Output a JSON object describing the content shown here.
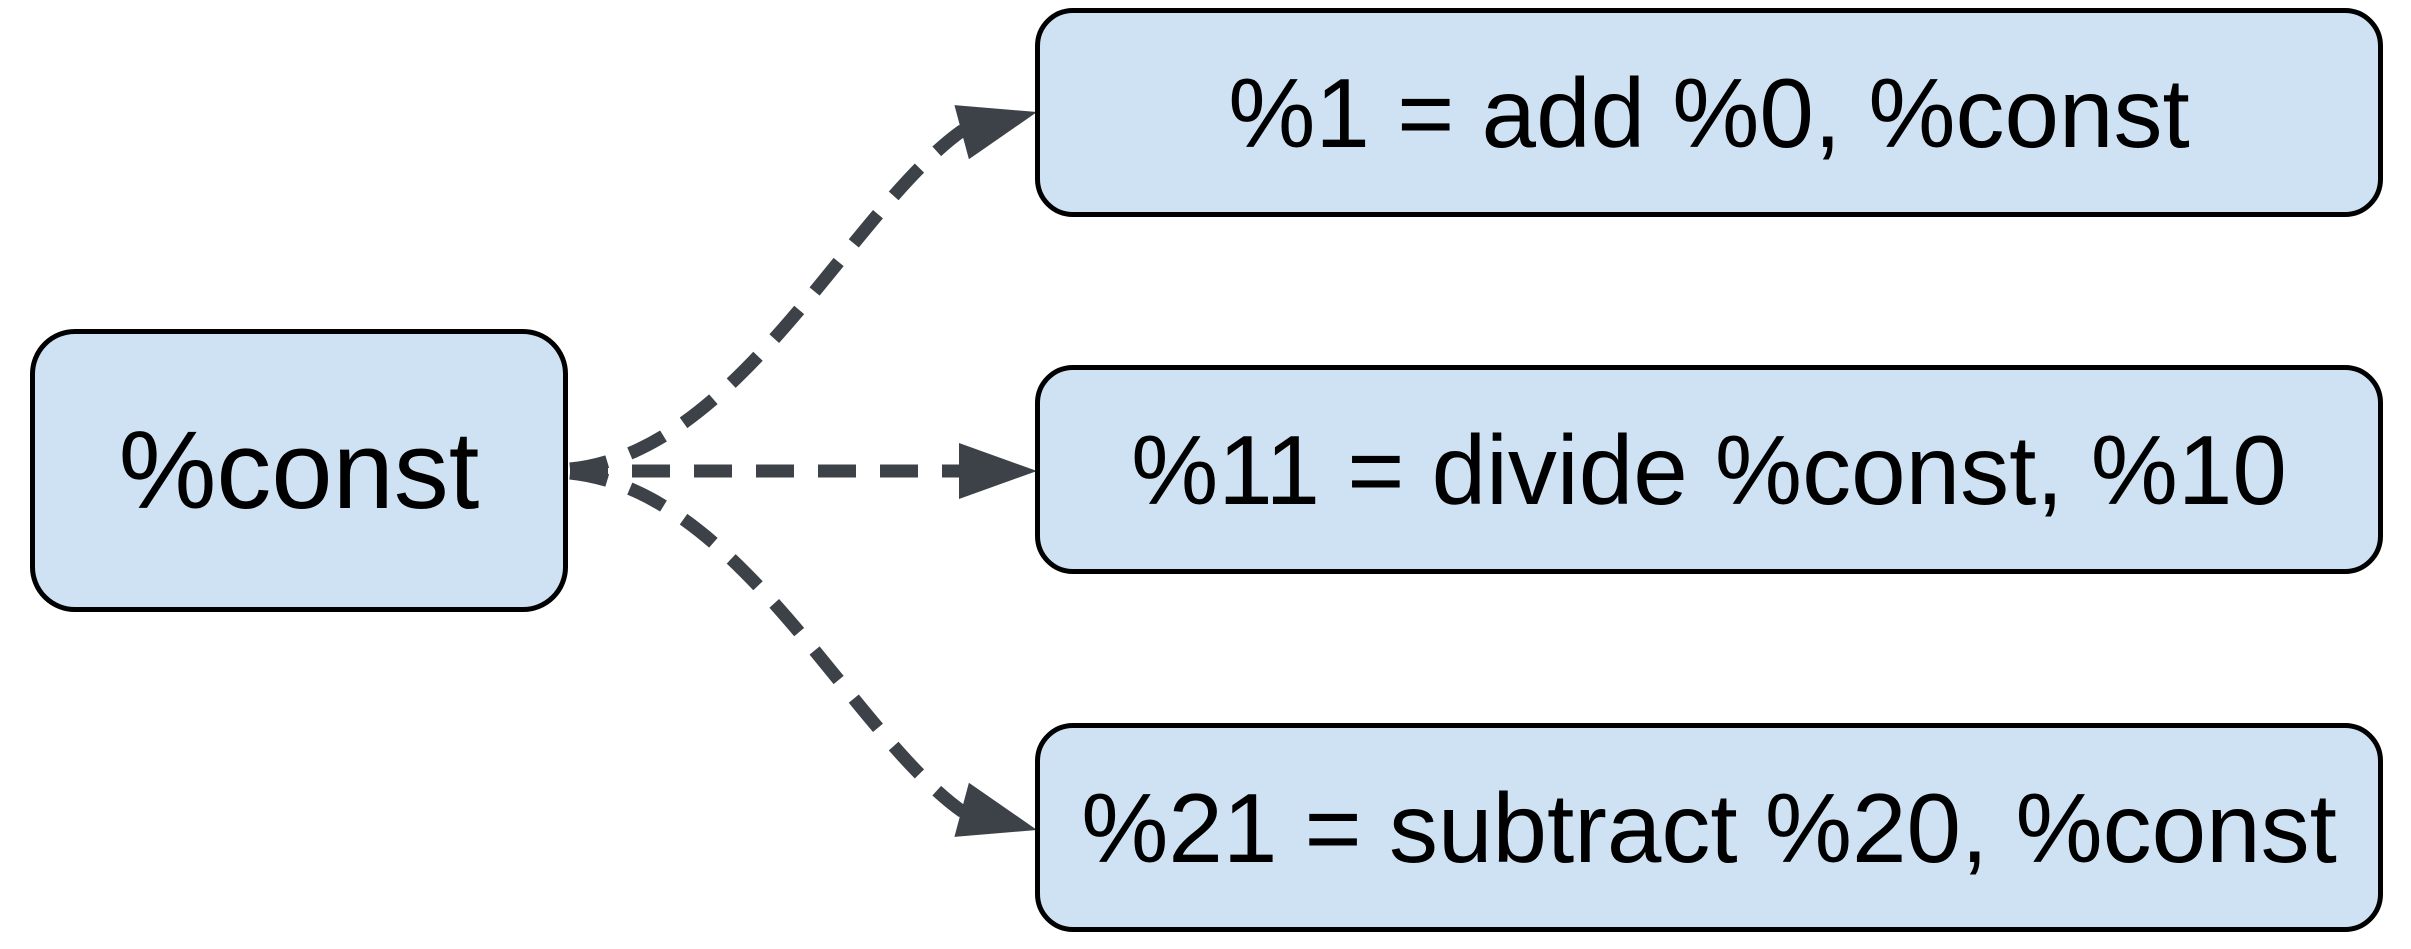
{
  "diagram": {
    "type": "def-use-graph",
    "source_node": {
      "id": "const",
      "label": "%const"
    },
    "target_nodes": [
      {
        "id": "use-add",
        "label": "%1 = add %0, %const"
      },
      {
        "id": "use-divide",
        "label": "%11 = divide %const, %10"
      },
      {
        "id": "use-subtract",
        "label": "%21 = subtract %20, %const"
      }
    ],
    "edges": [
      {
        "from": "const",
        "to": "use-add",
        "style": "dashed-arrow"
      },
      {
        "from": "const",
        "to": "use-divide",
        "style": "dashed-arrow"
      },
      {
        "from": "const",
        "to": "use-subtract",
        "style": "dashed-arrow"
      }
    ],
    "colors": {
      "node_fill": "#cfe2f3",
      "node_border": "#000000",
      "edge": "#3c4248",
      "background": "#ffffff",
      "text": "#000000"
    }
  }
}
